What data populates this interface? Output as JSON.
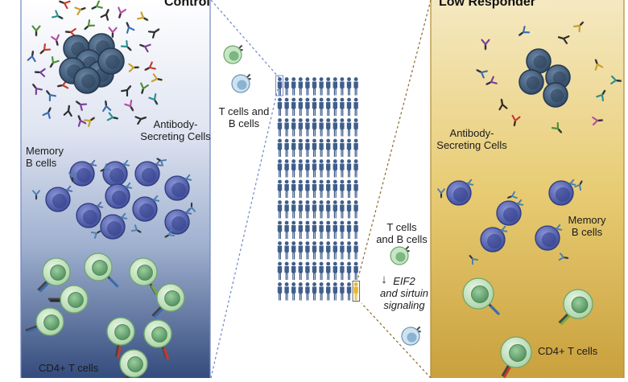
{
  "control_panel": {
    "title": "Control",
    "labels": {
      "antibody_secreting": "Antibody-\nSecreting Cells",
      "memory_b": "Memory\nB cells",
      "cd4": "CD4+ T cells"
    }
  },
  "low_panel": {
    "title": "Low Responder",
    "labels": {
      "antibody_secreting": "Antibody-\nSecreting Cells",
      "memory_b": "Memory\nB cells",
      "cd4": "CD4+ T cells"
    }
  },
  "middle": {
    "tb_label_top": "T cells and\nB cells",
    "tb_label_bottom": "T cells\nand B cells",
    "arrow": "↓",
    "signaling": "EIF2\nand sirtuin\nsignaling"
  },
  "population": {
    "columns": 12,
    "rows": 11
  },
  "colors": {
    "person": "#3f5e8c",
    "highlight_person": "#e7b72a",
    "plasma_cell": "#3d5673",
    "memory_b_cell": "#4a5aa5",
    "t_cell_outer": "#c7e6c4",
    "t_cell_inner": "#6fae78",
    "control_dash": "#6d86c6",
    "low_dash": "#8a6a28"
  }
}
